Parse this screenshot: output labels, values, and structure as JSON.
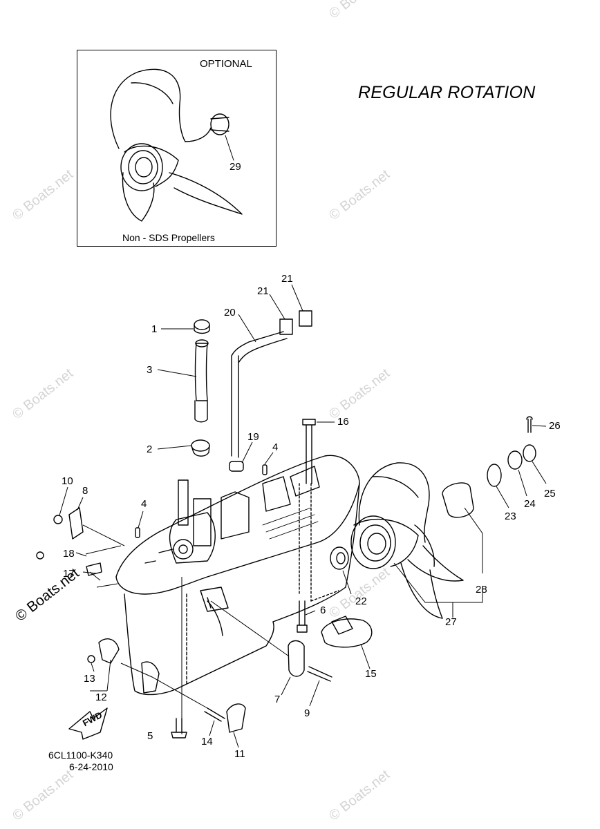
{
  "inset": {
    "optional_label": "OPTIONAL",
    "caption": "Non - SDS Propellers"
  },
  "heading": "REGULAR ROTATION",
  "watermark": "© Boats.net",
  "fwd_label": "FWD",
  "part_code": "6CL1100-K340",
  "part_date": "6-24-2010",
  "callouts": [
    "1",
    "2",
    "3",
    "4",
    "4",
    "5",
    "6",
    "7",
    "8",
    "9",
    "10",
    "11",
    "12",
    "13",
    "14",
    "15",
    "16",
    "17",
    "18",
    "19",
    "20",
    "21",
    "21",
    "22",
    "23",
    "24",
    "25",
    "26",
    "27",
    "28",
    "29"
  ]
}
